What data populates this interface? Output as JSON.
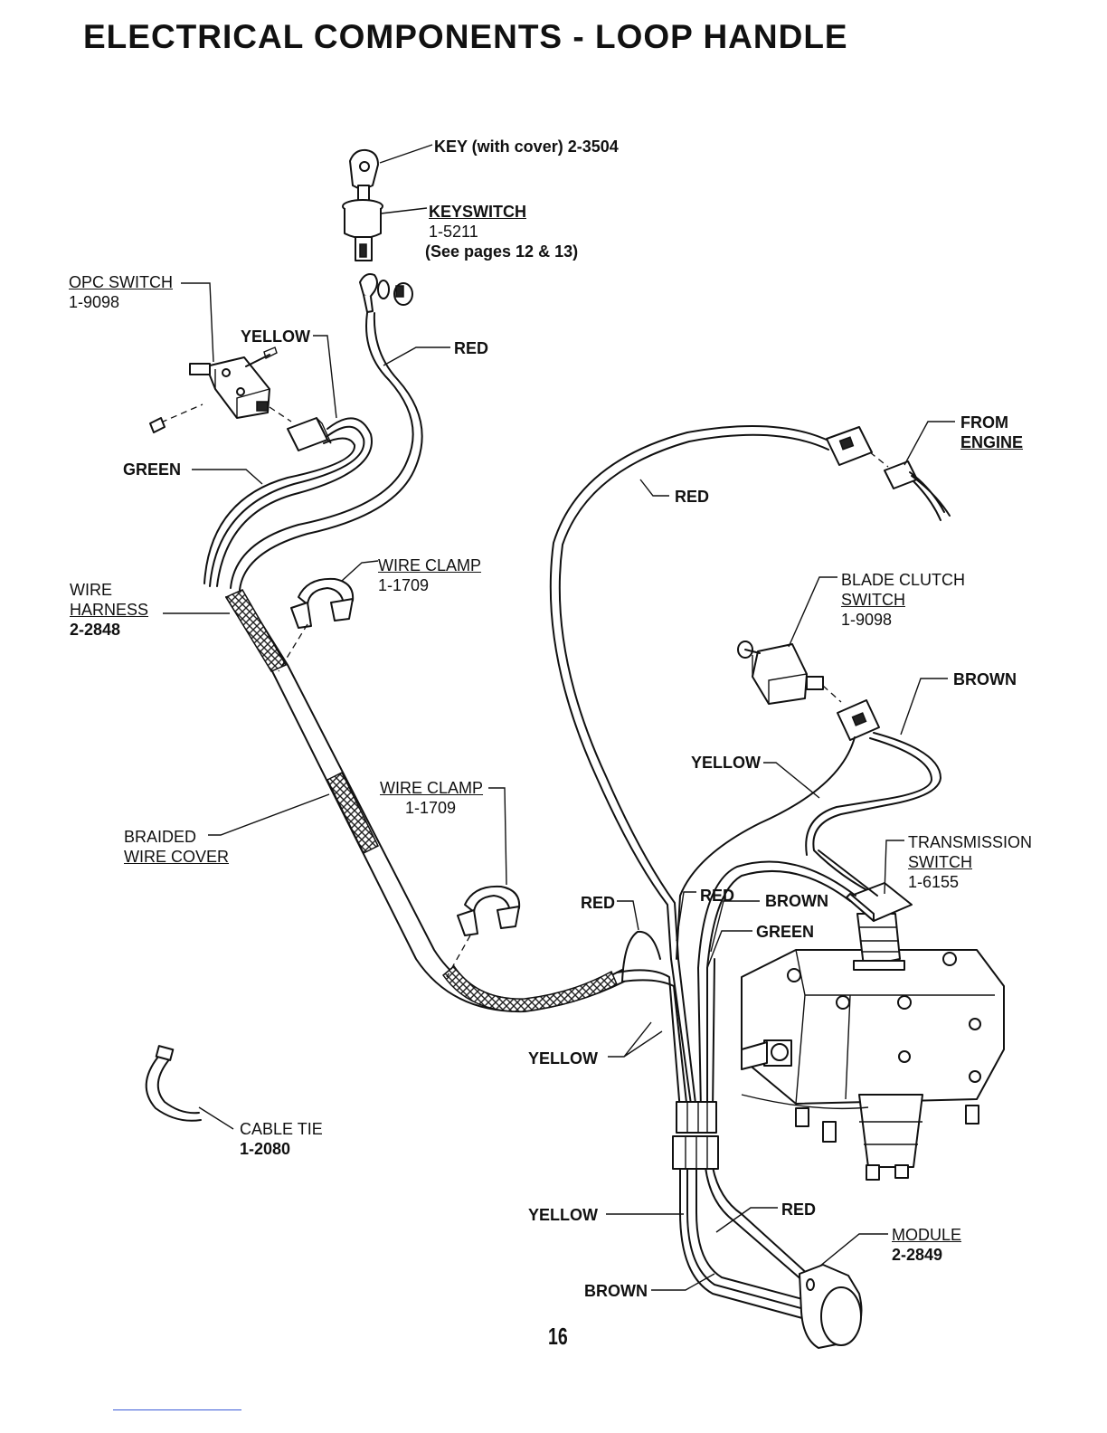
{
  "title": "ELECTRICAL COMPONENTS - LOOP HANDLE",
  "page_number": "16",
  "labels": {
    "key": "KEY (with cover) 2-3504",
    "keyswitch_name": "KEYSWITCH",
    "keyswitch_part": "1-5211",
    "keyswitch_note": "(See pages 12 & 13)",
    "opc_name": "OPC SWITCH",
    "opc_part": "1-9098",
    "yellow_opc": "YELLOW",
    "red_key": "RED",
    "green_opc": "GREEN",
    "from_engine_1": "FROM",
    "from_engine_2": "ENGINE",
    "red_engine": "RED",
    "wire_clamp_1_name": "WIRE CLAMP",
    "wire_clamp_1_part": "1-1709",
    "harness_1": "WIRE",
    "harness_2": "HARNESS",
    "harness_part": "2-2848",
    "blade_clutch_1": "BLADE CLUTCH",
    "blade_clutch_2": "SWITCH",
    "blade_clutch_part": "1-9098",
    "brown_blade": "BROWN",
    "yellow_blade": "YELLOW",
    "wire_clamp_2_name": "WIRE CLAMP",
    "wire_clamp_2_part": "1-1709",
    "braided_1": "BRAIDED",
    "braided_2": "WIRE COVER",
    "trans_1": "TRANSMISSION",
    "trans_2": "SWITCH",
    "trans_part": "1-6155",
    "red_left": "RED",
    "red_mid": "RED",
    "brown_trans": "BROWN",
    "green_trans": "GREEN",
    "yellow_lower": "YELLOW",
    "cable_tie_name": "CABLE TIE",
    "cable_tie_part": "1-2080",
    "yellow_bottom": "YELLOW",
    "red_bottom": "RED",
    "module_name": "MODULE",
    "module_part": "2-2849",
    "brown_bottom": "BROWN"
  }
}
